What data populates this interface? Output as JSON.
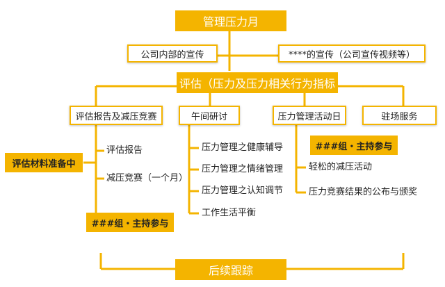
{
  "title": "管理压力月",
  "publicity": {
    "left": "公司内部的宣传",
    "right": "****的宣传（公司宣传视频等）"
  },
  "evaluation": "评估（压力及压力相关行为指标",
  "branches": {
    "report": {
      "header": "评估报告及减压竞赛",
      "items": [
        "评估报告",
        "减压竞赛（一个月）"
      ],
      "tag": "###组・主持参与"
    },
    "seminar": {
      "header": "午间研讨",
      "items": [
        "压力管理之健康辅导",
        "压力管理之情绪管理",
        "压力管理之认知调节",
        "工作生活平衡"
      ]
    },
    "activity": {
      "header": "压力管理活动日",
      "tag": "###组・主持参与",
      "items": [
        "轻松的减压活动",
        "压力竞赛结果的公布与颁奖"
      ]
    },
    "stationed": {
      "header": "驻场服务"
    }
  },
  "prep": "评估材料准备中",
  "followup": "后续跟踪",
  "colors": {
    "accent": "#f4b400",
    "line": "#f4b400"
  }
}
